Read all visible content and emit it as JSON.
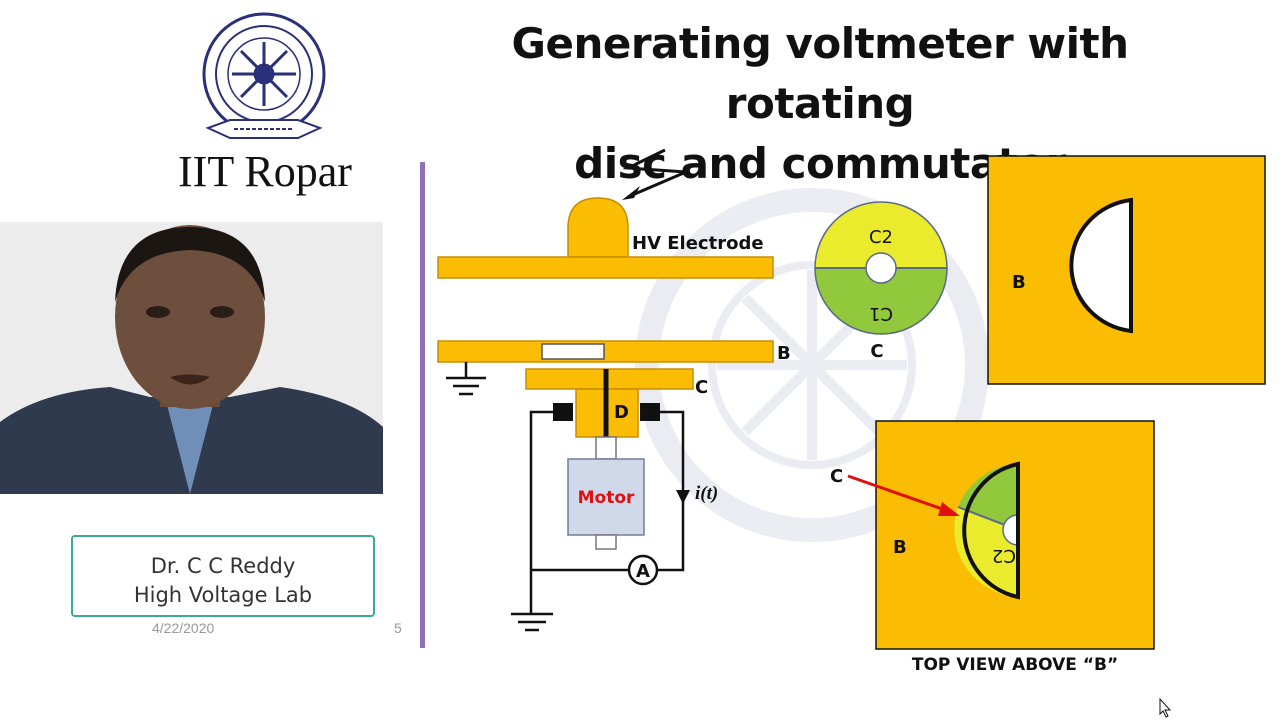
{
  "slide": {
    "title_line1": "Generating voltmeter with rotating",
    "title_line2": "disc and commutator",
    "institute_name": "IIT Ropar",
    "presenter_name": "Dr. C C Reddy",
    "presenter_lab": "High Voltage Lab",
    "date": "4/22/2020",
    "slide_number": "5"
  },
  "diagram": {
    "hv_electrode_label": "HV Electrode",
    "plate_b_label": "B",
    "plate_c_label": "C",
    "d_label": "D",
    "motor_label": "Motor",
    "current_label": "i(t)",
    "ammeter_label": "A",
    "disc_top_label": "C2",
    "disc_bottom_label": "C1",
    "disc_c_label": "C",
    "view1_b_label": "B",
    "view2_b_label": "B",
    "view2_c_label": "C",
    "view2_c2_label": "C2",
    "caption": "TOP VIEW ABOVE “B”"
  },
  "colors": {
    "plate": "#fbbc04",
    "disc_top": "#ebeb2e",
    "disc_bottom": "#92c83c",
    "motor_label": "#e01010",
    "divider": "#8f6fb5",
    "name_box_border": "#3aa89a",
    "arrow": "#e01010"
  },
  "icons": [
    "institute-seal-logo",
    "presenter-video",
    "ground-symbol",
    "lightning-icon",
    "mouse-cursor-icon"
  ]
}
